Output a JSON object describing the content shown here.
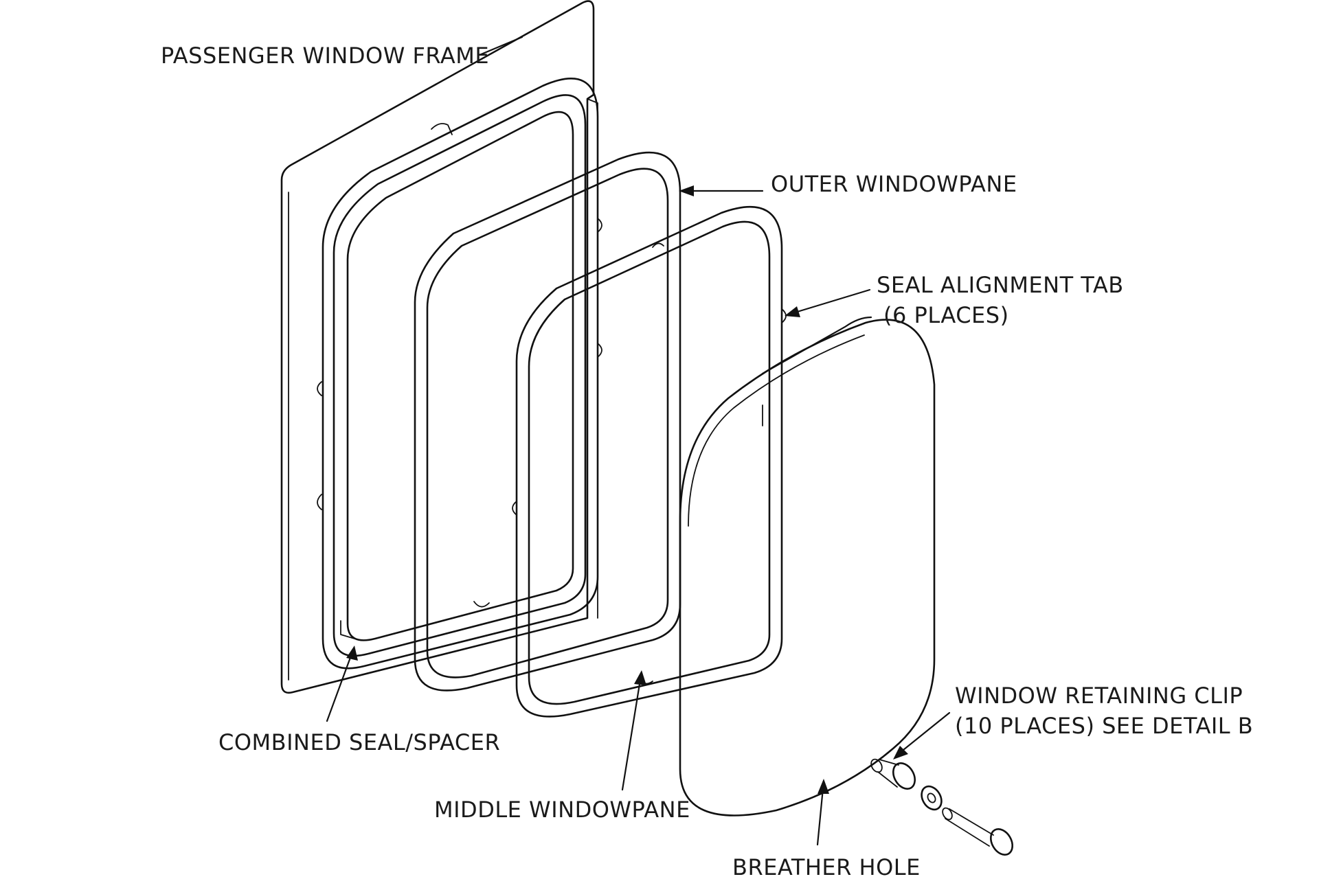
{
  "callouts": {
    "passenger_window_frame": "PASSENGER  WINDOW FRAME",
    "outer_windowpane": "OUTER WINDOWPANE",
    "seal_alignment_tab_line1": "SEAL ALIGNMENT TAB",
    "seal_alignment_tab_line2": "(6 PLACES)",
    "window_retaining_clip_line1": "WINDOW RETAINING CLIP",
    "window_retaining_clip_line2": "(10 PLACES) SEE DETAIL B",
    "combined_seal_spacer": "COMBINED SEAL/SPACER",
    "middle_windowpane": "MIDDLE WINDOWPANE",
    "breather_hole": "BREATHER  HOLE"
  },
  "colors": {
    "line": "#111111",
    "background": "#ffffff"
  }
}
